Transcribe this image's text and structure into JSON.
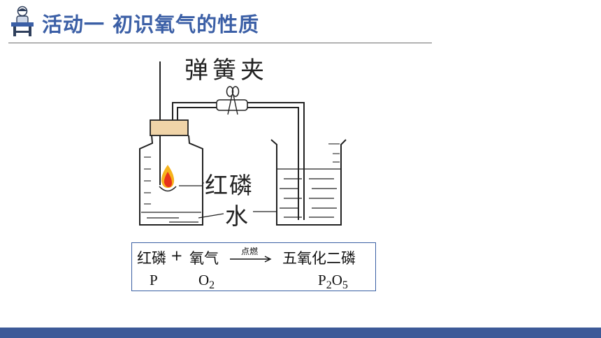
{
  "header": {
    "title": "活动一  初识氧气的性质",
    "icon": "student-at-desk-icon",
    "accent_color": "#3b5fa6"
  },
  "diagram": {
    "labels": {
      "clamp": "弹簧夹",
      "red_phosphorus": "红磷",
      "water": "水"
    },
    "flame_color": "#e8331c"
  },
  "equation": {
    "reactant1": "红磷",
    "plus": "+",
    "reactant2": "氧气",
    "condition": "点燃",
    "product": "五氧化二磷",
    "formula_reactant1": "P",
    "formula_reactant2": {
      "base": "O",
      "sub": "2"
    },
    "formula_product": {
      "el1": "P",
      "sub1": "2",
      "el2": "O",
      "sub2": "5"
    },
    "border_color": "#3a5fa3"
  },
  "footer": {
    "bar_color": "#3d5a98"
  }
}
